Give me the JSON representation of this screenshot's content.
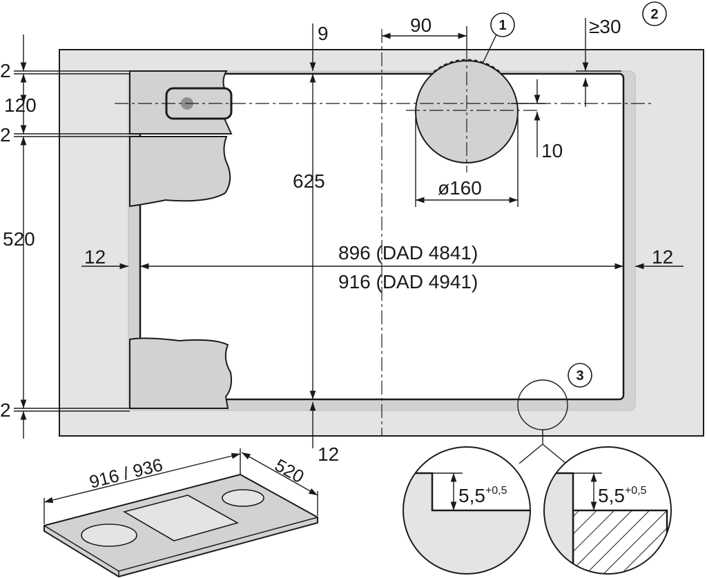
{
  "dims": {
    "left_2_top": "2",
    "left_120": "120",
    "left_2_mid": "2",
    "left_520": "520",
    "left_2_bottom": "2",
    "top_9": "9",
    "top_90": "90",
    "top_ge30": "≥30",
    "right_10": "10",
    "diameter": "ø160",
    "height_625": "625",
    "left_12": "12",
    "right_12": "12",
    "width_896": "896 (DAD 4841)",
    "width_916": "916 (DAD 4941)",
    "bottom_12": "12",
    "iso_width": "916 / 936",
    "iso_depth": "520",
    "detail_a_value": "5,5",
    "detail_a_sup": "+0,5",
    "detail_b_value": "5,5",
    "detail_b_sup": "+0,5"
  },
  "callouts": [
    "1",
    "2",
    "3"
  ],
  "colors": {
    "line": "#1a1a1a",
    "fill_light": "#e4e4e4",
    "fill_mid": "#d2d2d2",
    "paper": "#ffffff"
  }
}
